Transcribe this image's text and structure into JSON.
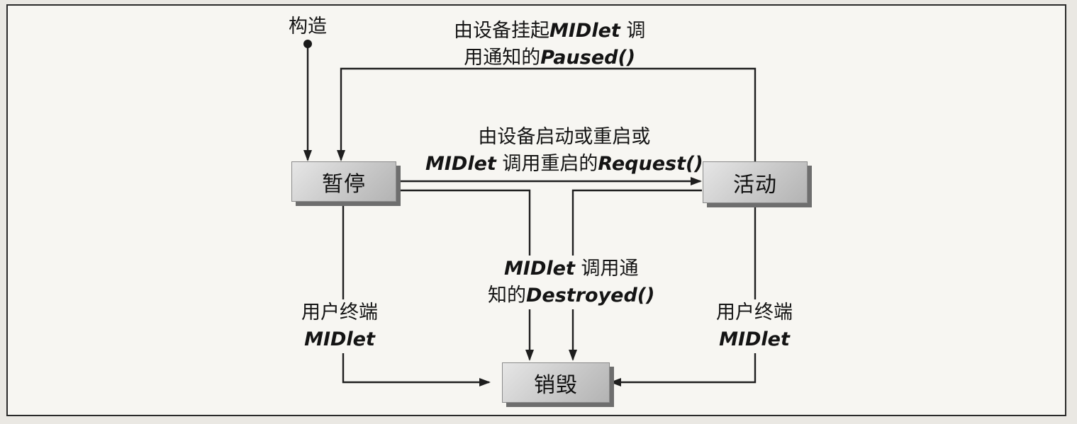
{
  "diagram": {
    "states": {
      "paused": "暂停",
      "active": "活动",
      "destroyed": "销毁"
    },
    "start_label": "构造",
    "transitions": {
      "pause_line1_pre": "由设备挂起",
      "pause_line1_em": "MIDlet",
      "pause_line1_post": " 调",
      "pause_line2_pre": "用通知的",
      "pause_line2_em": "Paused()",
      "start_line1": "由设备启动或重启或",
      "start_line2_em1": "MIDlet",
      "start_line2_mid": " 调用重启的",
      "start_line2_em2": "Request()",
      "destroy_line1_em": "MIDlet",
      "destroy_line1_post": " 调用通",
      "destroy_line2_pre": "知的",
      "destroy_line2_em": "Destroyed()",
      "user_left_line1": "用户终端",
      "user_left_line2": "MIDlet",
      "user_right_line1": "用户终端",
      "user_right_line2": "MIDlet"
    }
  }
}
